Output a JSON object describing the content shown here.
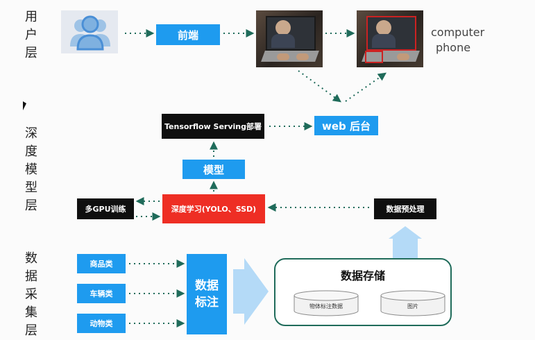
{
  "layers": {
    "user": "用户层",
    "model": "深度模型层",
    "data": "数据采集层"
  },
  "boxes": {
    "frontend": "前端",
    "tf_serving": "Tensorflow Serving部署",
    "web_backend": "web 后台",
    "model": "模型",
    "multi_gpu": "多GPU训练",
    "deep_learning": "深度学习(YOLO、SSD)",
    "preprocess": "数据预处理",
    "goods": "商品类",
    "vehicles": "车辆类",
    "animals": "动物类",
    "annotation": "数据标注",
    "storage_title": "数据存储",
    "db_annotation": "物体标注数据",
    "db_images": "图片"
  },
  "devices": {
    "computer": "computer",
    "phone": "phone"
  },
  "icons": {
    "user": "users-icon",
    "cursor": "mouse-cursor-icon"
  },
  "colors": {
    "blue": "#1e9bef",
    "red": "#ee2e24",
    "black": "#0f0f0f",
    "arrow_green": "#1f6b5a",
    "storage_border": "#1f6b5a"
  }
}
